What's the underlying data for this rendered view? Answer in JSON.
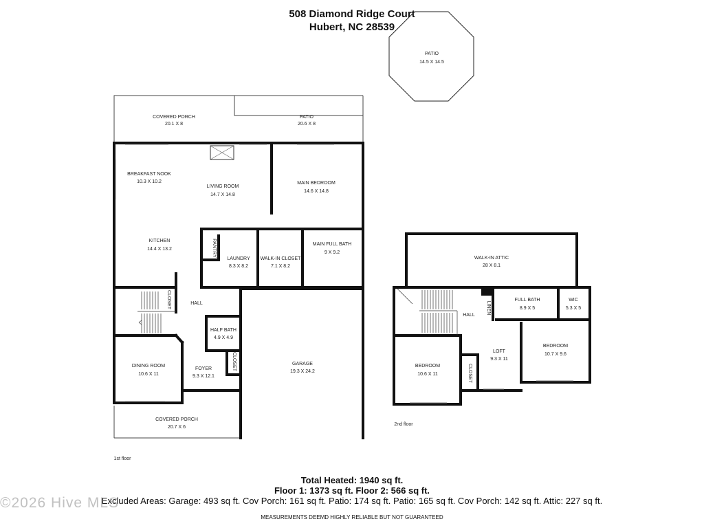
{
  "header": {
    "address": "508 Diamond Ridge Court",
    "city": "Hubert, NC 28539"
  },
  "floor1": {
    "label": "1st floor",
    "rooms": [
      {
        "id": "covered-porch-back",
        "name": "COVERED PORCH",
        "dims": "20.1 X 8"
      },
      {
        "id": "patio-back",
        "name": "PATIO",
        "dims": "20.6 X 8"
      },
      {
        "id": "breakfast-nook",
        "name": "BREAKFAST NOOK",
        "dims": "10.3 X 10.2"
      },
      {
        "id": "living-room",
        "name": "LIVING ROOM",
        "dims": "14.7 X 14.8"
      },
      {
        "id": "main-bedroom",
        "name": "MAIN BEDROOM",
        "dims": "14.6 X 14.8"
      },
      {
        "id": "kitchen",
        "name": "KITCHEN",
        "dims": "14.4 X 13.2"
      },
      {
        "id": "pantry",
        "name": "PANTRY",
        "dims": ""
      },
      {
        "id": "laundry",
        "name": "LAUNDRY",
        "dims": "8.3 X 8.2"
      },
      {
        "id": "walk-in-closet",
        "name": "WALK-IN CLOSET",
        "dims": "7.1 X 8.2"
      },
      {
        "id": "main-full-bath",
        "name": "MAIN FULL BATH",
        "dims": "9 X 9.2"
      },
      {
        "id": "closet-1",
        "name": "CLOSET",
        "dims": ""
      },
      {
        "id": "hall-1",
        "name": "HALL",
        "dims": ""
      },
      {
        "id": "half-bath",
        "name": "HALF BATH",
        "dims": "4.9 X 4.9"
      },
      {
        "id": "closet-2",
        "name": "CLOSET",
        "dims": ""
      },
      {
        "id": "garage",
        "name": "GARAGE",
        "dims": "19.3 X 24.2"
      },
      {
        "id": "dining-room",
        "name": "DINING ROOM",
        "dims": "10.6 X 11"
      },
      {
        "id": "foyer",
        "name": "FOYER",
        "dims": "9.3 X 12.1"
      },
      {
        "id": "covered-porch-front",
        "name": "COVERED PORCH",
        "dims": "20.7 X 6"
      }
    ]
  },
  "patio_oct": {
    "name": "PATIO",
    "dims": "14.5 X 14.5"
  },
  "floor2": {
    "label": "2nd floor",
    "rooms": [
      {
        "id": "walk-in-attic",
        "name": "WALK-IN ATTIC",
        "dims": "28 X 8.1"
      },
      {
        "id": "hall-2",
        "name": "HALL",
        "dims": ""
      },
      {
        "id": "linen",
        "name": "LINEN",
        "dims": ""
      },
      {
        "id": "full-bath",
        "name": "FULL BATH",
        "dims": "8.9 X 5"
      },
      {
        "id": "wic",
        "name": "WIC",
        "dims": "5.3 X 5"
      },
      {
        "id": "loft",
        "name": "LOFT",
        "dims": "9.3 X 11"
      },
      {
        "id": "bedroom-right",
        "name": "BEDROOM",
        "dims": "10.7 X 9.6"
      },
      {
        "id": "bedroom-left",
        "name": "BEDROOM",
        "dims": "10.6 X 11"
      },
      {
        "id": "closet-3",
        "name": "CLOSET",
        "dims": ""
      }
    ]
  },
  "footer": {
    "total": "Total Heated: 1940 sq ft.",
    "floors": "Floor 1: 1373 sq ft. Floor 2: 566 sq ft.",
    "excluded": "Excluded Areas: Garage: 493 sq ft. Cov Porch: 161 sq ft. Patio: 174 sq ft. Patio: 165 sq ft. Cov Porch: 142 sq ft. Attic: 227 sq ft.",
    "disclaimer": "MEASUREMENTS DEEMD HIGHLY RELIABLE BUT NOT GUARANTEED",
    "watermark": "©2026 Hive MLS"
  }
}
